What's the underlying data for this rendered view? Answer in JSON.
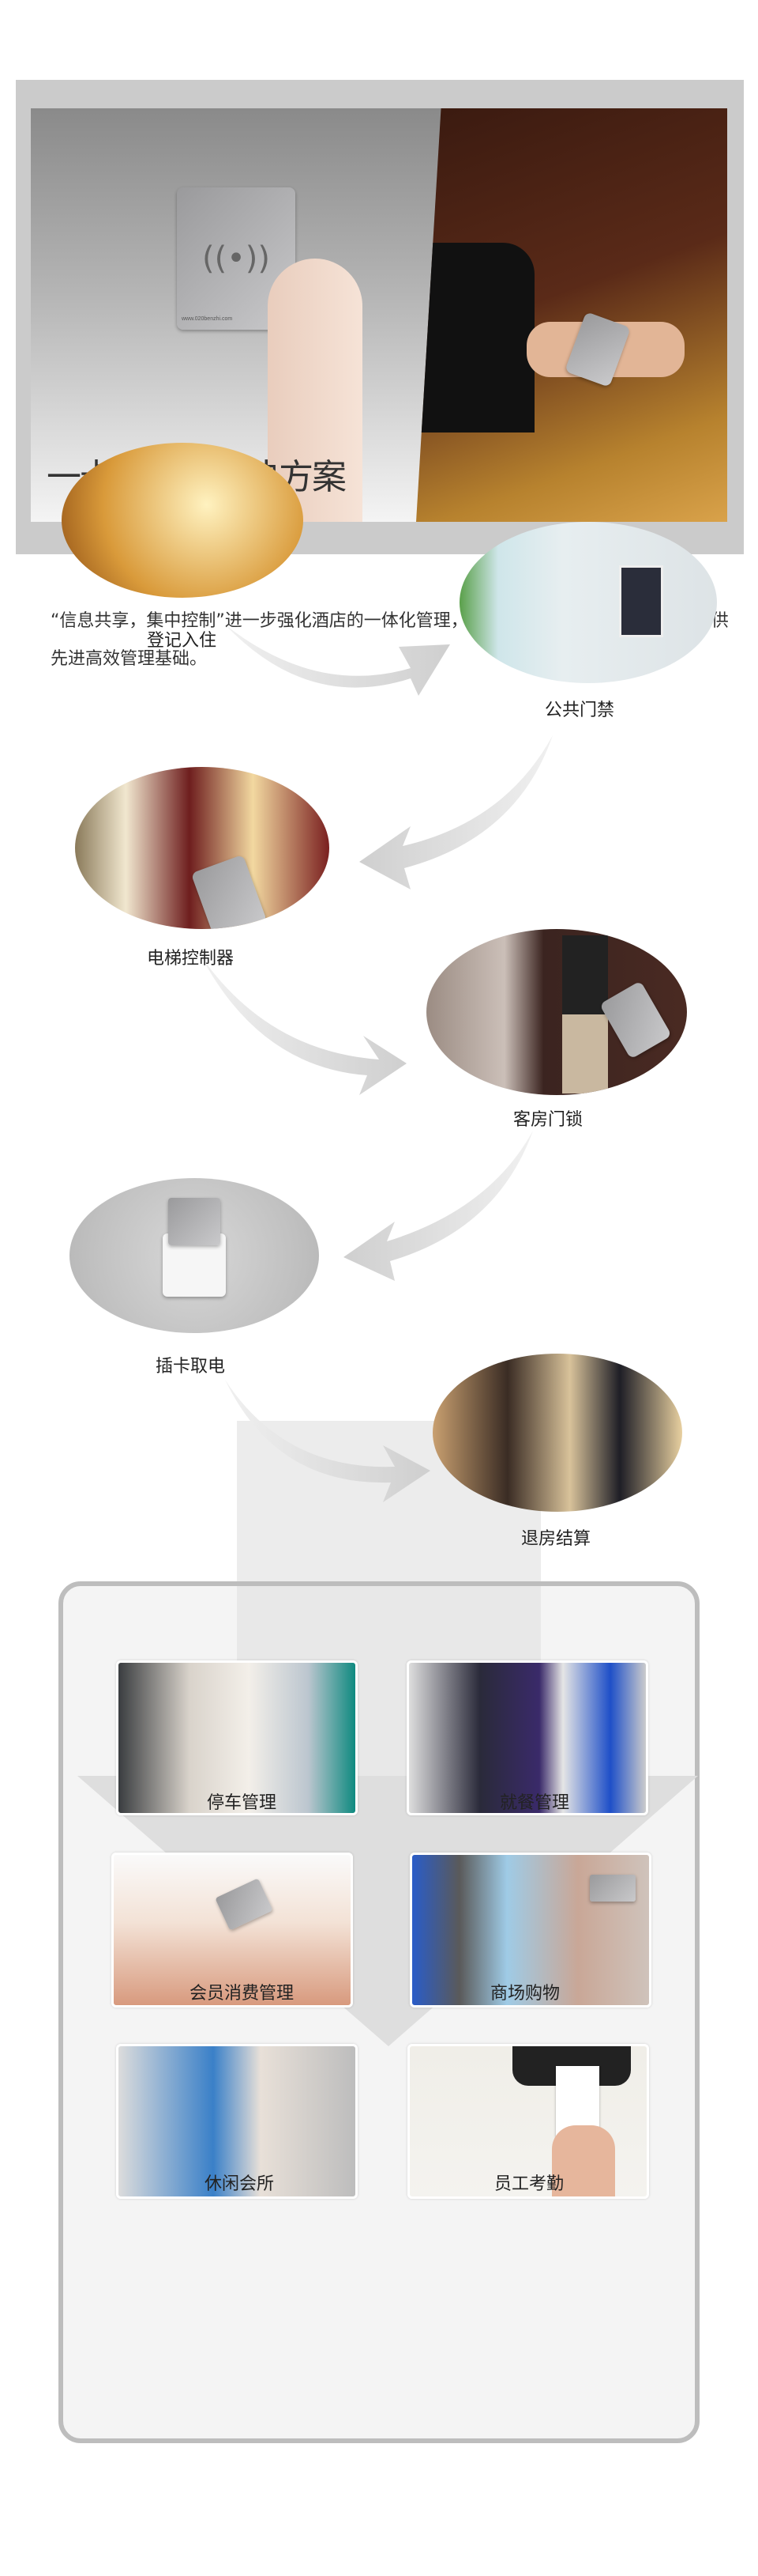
{
  "banner": {
    "title": "一卡通系统解决方案",
    "card_text": "www.020benzhi.com"
  },
  "intro": "“信息共享，集中控制”进一步强化酒店的一体化管理，集中式信息管理。为酒店管理提供先进高效管理基础。",
  "flow": [
    {
      "label": "登记入住"
    },
    {
      "label": "公共门禁"
    },
    {
      "label": "电梯控制器"
    },
    {
      "label": "客房门锁"
    },
    {
      "label": "插卡取电"
    },
    {
      "label": "退房结算"
    }
  ],
  "services": [
    {
      "label": "停车管理"
    },
    {
      "label": "就餐管理"
    },
    {
      "label": "会员消费管理"
    },
    {
      "label": "商场购物"
    },
    {
      "label": "休闲会所"
    },
    {
      "label": "员工考勤"
    }
  ]
}
